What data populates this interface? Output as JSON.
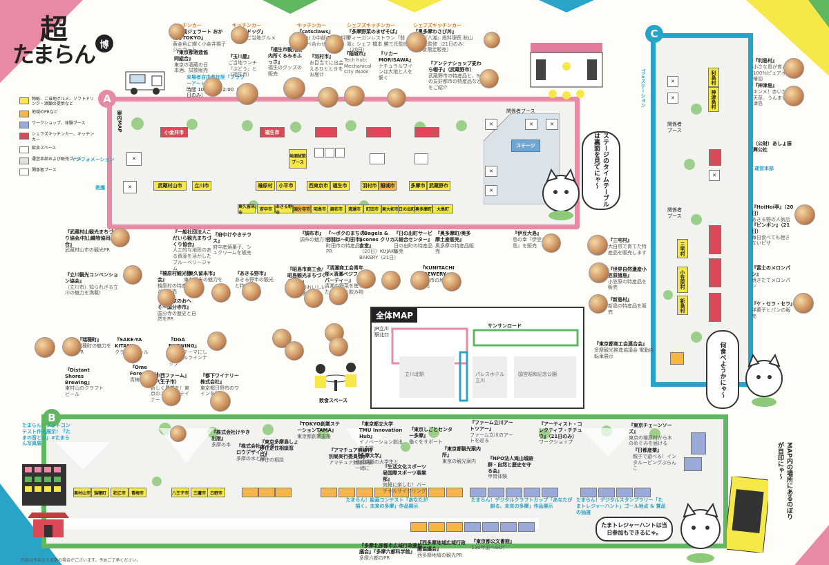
{
  "title": {
    "line1": "超",
    "line2": "たまらん",
    "badge": "博"
  },
  "legend": [
    {
      "color": "#f7e84a",
      "label": "物販、ご当地グルメ、ソフトドリンク・酒類の提供など"
    },
    {
      "color": "#f5b642",
      "label": "地域のPRなど"
    },
    {
      "color": "#9ba9d8",
      "label": "ワークショップ、体験ブース"
    },
    {
      "color": "#d94a56",
      "label": "シェフズキッチンカー、キッチンカー"
    },
    {
      "color": "#ffffff",
      "label": "飲食スペース"
    },
    {
      "color": "#e0e0e0",
      "label": "運営本部および販売ブース"
    },
    {
      "color": "#ffffff",
      "label": "関係者ブース"
    }
  ],
  "zones": {
    "a": "A",
    "b": "B",
    "c": "C"
  },
  "zone_a": {
    "annai_map": "案内MAP",
    "information": "インフォメーション",
    "kyugo": "救護",
    "flower_art": {
      "title": "来場者自由参加型「フラワーアート」",
      "time": "時間 10：00～12:00（20日のみ）"
    },
    "stage": "ステージ",
    "kankeisha": "関係者ブース",
    "local_sake": "地酒試飲ブース",
    "red_booths": [
      "小金井市",
      "福生市"
    ],
    "top_row": [
      "羽村市",
      "稲城市",
      "多摩市",
      "福生市",
      "西東京市"
    ],
    "bottom_row": [
      "東久留米市",
      "府中市",
      "あきる野市",
      "国分寺市",
      "昭島市",
      "調布市",
      "清瀬市",
      "町田市",
      "東大和市",
      "日の出町",
      "奥多摩町",
      "大島町"
    ],
    "left_row": [
      "武蔵村山市",
      "立川市",
      "檜原村",
      "小平市"
    ],
    "row2": [
      "西東京市",
      "福生市",
      "羽村市",
      "稲城市",
      "多摩市",
      "武蔵野市"
    ]
  },
  "kitchen_cars_top": [
    {
      "tag": "キッチンカー",
      "name": "『和風ジェラート おかげじTOKYO』",
      "desc": "黄金色に輝く小金井揚子ジェラート"
    },
    {
      "tag": "キッチンカー",
      "name": "『福生ドッグ』",
      "desc": "福生のご当地グルメ"
    },
    {
      "tag": "キッチンカー",
      "name": "『catsclaws』",
      "desc": "アメリカ中部の伝統料理と食べ合わせ"
    },
    {
      "tag": "シェフズキッチンカー",
      "name": "『多摩野菜のまぜそば』",
      "desc": "ヴィーガンレストラン『翡翠』シェフ 橋本 勝三氏監修（20日）"
    },
    {
      "tag": "シェフズキッチンカー",
      "name": "『奥多摩わさび丼』",
      "desc": "割烹『八潮』総料理長 秋山 節夫氏監修（21日のみ：250食限定販売）"
    }
  ],
  "zone_a_notes": [
    {
      "name": "『東京都酒造協同組合』",
      "desc": "東京の酒蔵の日本酒、試飲販売"
    },
    {
      "name": "『玉川屋』",
      "desc": "ご当地ランチ『ぶどう』と（福生市）"
    },
    {
      "name": "『福生市観光案内所くるみるふっさ』",
      "desc": "福生のグッズの販売"
    },
    {
      "name": "『羽村市』",
      "desc": "お目当てに出会えるひとときをお届け"
    },
    {
      "name": "『稲城市』",
      "desc": "Tech hub: Mechanical City INAGI"
    },
    {
      "name": "『リカーMORISAWA』",
      "desc": "ナチュラルワインは大地と人を繋ぐ"
    },
    {
      "name": "『アンテナショップ麦わら帽子』（武蔵野市）",
      "desc": "武蔵野市の特産品と、9つの友好都市の特産品などをご紹介"
    }
  ],
  "zone_a_bottom_notes": [
    {
      "name": "『武蔵村山観光まちづくり協会/村山織物協同組合』",
      "desc": "武蔵村山市の観光PR"
    },
    {
      "name": "『立川観光コンベンション協会』",
      "desc": "（立川市）知られざる立川の魅力を満載！"
    },
    {
      "name": "『一般社団法人こだいら観光まちづくり協会』",
      "desc": "人工的な地形のある資源を活かしたブルーベリージャム"
    },
    {
      "name": "『檜原村観光協会』",
      "desc": "檜原村の特産品などを販売"
    },
    {
      "name": "『府中けやきテラス』",
      "desc": "府中産焼菓子、シュクリームを販売"
    },
    {
      "name": "『東久留米市』",
      "desc": "東久留米の魅力を紹介"
    },
    {
      "name": "『あきる野市』",
      "desc": "あきる野市の観光と特産品"
    },
    {
      "name": "『〜東京のおへそ〜国分寺市』",
      "desc": "国分寺の歴史と自然をPR"
    },
    {
      "name": "『調布市』",
      "desc": "調布の魅力を発信"
    },
    {
      "name": "『昭島市商工会/昭島観光まちづくり協会』",
      "desc": "昭島市のおいしいものを販売"
    },
    {
      "name": "『清瀬商工会青年部×清瀬ベジフルパーティー』",
      "desc": "清瀬の野菜を使ったフードと飲み物"
    },
    {
      "name": "『〜ボクのまちの名前は〜町田市』",
      "desc": "町田市の特産品PR"
    },
    {
      "name": "『Bagels & Scones クリカ食堂』",
      "desc": "（20日）KUJAKU BAKERY（21日）"
    },
    {
      "name": "『日の出町サービス総合センター』",
      "desc": "日の出町の特産品販売"
    },
    {
      "name": "『KUNITACHI BREWERY』",
      "desc": "国立市の地ビール販売"
    },
    {
      "name": "『奥多摩町/奥多摩土産販売』",
      "desc": "奥多摩の特産品販売"
    },
    {
      "name": "『伊豆大島』",
      "desc": "島の幸『伊豆大島』を販売"
    }
  ],
  "speech": {
    "stage": "ステージのタイムテーブルは裏面を見てにゃ～",
    "what_eat": "何食べようかにゃ～",
    "map_note": "MAP内の場所にあるのぼりが目印にゃ～",
    "treasure": "たまトレジャーハントは当日参加もできるにゃ。"
  },
  "zone_c": {
    "label": "ゴミステーション",
    "booths": [
      "利島村",
      "神津島村",
      "三宅村",
      "小笠原村",
      "新島村"
    ],
    "kankeisha": "関係者ブース",
    "honbu": "運営本部",
    "notes": [
      {
        "name": "『利島村』",
        "desc": "小さな島が育んだ100%ピュアオイル椿油"
      },
      {
        "name": "『神津島』",
        "desc": "キンメ！赤いか！天草、うんまい神津島"
      },
      {
        "name": "（公財）あしょ振興公社",
        "desc": ""
      },
      {
        "name": "『三宅村』",
        "desc": "大自然で育てた特産品を販売します"
      },
      {
        "name": "『世界自然遺産小笠原諸島』",
        "desc": "小笠原の特産品を販売"
      },
      {
        "name": "『新島村』",
        "desc": "新島の特産品を販売"
      },
      {
        "name": "『HoiHoi亭』（20日）",
        "desc": "あきる野の人気店"
      },
      {
        "name": "『ピンポン』（21日）",
        "desc": "毎日食べても飽きないピザ"
      },
      {
        "name": "『富士のメロンパン』",
        "desc": "焼きたてメロンパン"
      },
      {
        "name": "『ケ・セラ・セラ』",
        "desc": "洋菓子とパンの販売"
      },
      {
        "name": "『東京都商工会連合会』",
        "desc": "多摩観光推進協議会 電動自転車展示"
      }
    ]
  },
  "overview": {
    "title": "全体MAP",
    "road": "サンサンロード",
    "station": "JR立川駅北口",
    "eating": "飲食スペース",
    "parks": [
      "立川北駅",
      "パレスホテル立川",
      "国営昭和記念公園"
    ]
  },
  "zone_b": {
    "left_booths": [
      "東村山市",
      "瑞穂町",
      "狛江市",
      "青梅市"
    ],
    "mid_booths": [
      "八王子市",
      "三鷹市",
      "日野市"
    ],
    "photo_contest": "たまらん！フォトコンテスト作品展示！『たまの音と今』#たまらん写真展",
    "notes": [
      {
        "name": "『瑞穂町』",
        "desc": "瑞穂町の魅力をPR"
      },
      {
        "name": "『Distant Shores Brewing』",
        "desc": "東村山のクラフトビール"
      },
      {
        "name": "『SAKE-YA KITAMI』",
        "desc": "クラフトビール"
      },
      {
        "name": "『Ome Forestory』",
        "desc": "青梅の森の恵み"
      },
      {
        "name": "『DGA BREWING』",
        "desc": "地域をテーマにしたビールラインナップ"
      },
      {
        "name": "『中西ファーム』（八王子市）",
        "desc": "新しく農業を！東京のエンターテイナー"
      },
      {
        "name": "『都下ワイナリー株式会社』",
        "desc": "東京都日野市のワインを販売"
      },
      {
        "name": "『株式会社けやき出版』",
        "desc": "多摩の本"
      },
      {
        "name": "『株式会社セイタロウデザイン』",
        "desc": "多摩の水と緑"
      },
      {
        "name": "『東京多摩島しょ移住定住相談窓口』",
        "desc": "移住の相談"
      },
      {
        "name": "『TOKYO創業ステーションTAMA』",
        "desc": "東京都創業支援"
      },
      {
        "name": "『東京都立大学TMU Innovation Hub』",
        "desc": "イノベーション創出を支援"
      },
      {
        "name": "『アマチュア無線特別局実行委員会』",
        "desc": "アマチュア無線体験"
      },
      {
        "name": "『多摩大学』",
        "desc": "地域課題の大学生と一緒に"
      },
      {
        "name": "『生活文化スポーツ局国際スポーツ事業部』",
        "desc": "気軽に楽しむ！バーチャルサイクリング"
      },
      {
        "name": "『東京しごとセンター多摩』",
        "desc": "働くをサポート"
      },
      {
        "name": "『東京都観光案内所』",
        "desc": "東京の観光案内"
      },
      {
        "name": "『ファーム立川アートツアー』",
        "desc": "ファーム立川のアートを巡る"
      },
      {
        "name": "『NPO法人滝山城跡群・自然と歴史を守る会』",
        "desc": "甲冑体験"
      },
      {
        "name": "『アーティスト・コレクティブ・チチュウ』（21日のみ）",
        "desc": "ワークショップ"
      },
      {
        "name": "『東京チェーンソーズ』",
        "desc": "東京の檜原村から木のめぐみを届ける"
      },
      {
        "name": "『日都産業』",
        "desc": "親子で遊べる！インタルーピングぶらんこ"
      }
    ],
    "contests": [
      "たまらん！絵画コンテスト「あなたが描く、未来の多摩」作品展示",
      "たまらん！デジタルクラフトカップ「あなたが創る、未来の多摩」作品展示",
      "たまらん！デジタルスタンプラリー「たまトレジャーハント」ゴール地点 & 賞品の抽選"
    ],
    "bottom_notes": [
      {
        "name": "『多摩北部都市広域行政圏協議会』『多摩六都科学館』",
        "desc": "多摩六都のPR"
      },
      {
        "name": "『西多摩地域広域行政圏協議会』",
        "desc": "西多摩地域の観光PR"
      },
      {
        "name": "『東京都公文書館』",
        "desc": "130年前へGO！"
      }
    ]
  },
  "footer": "内容は予告なく変更の場合がございます。予めご了承ください。",
  "colors": {
    "pink": "#e88aa3",
    "green": "#5fb85f",
    "blue": "#2aa3c8",
    "yellow": "#f7e84a",
    "orange": "#f5b642",
    "red": "#d94a56",
    "violet": "#9ba9d8"
  }
}
